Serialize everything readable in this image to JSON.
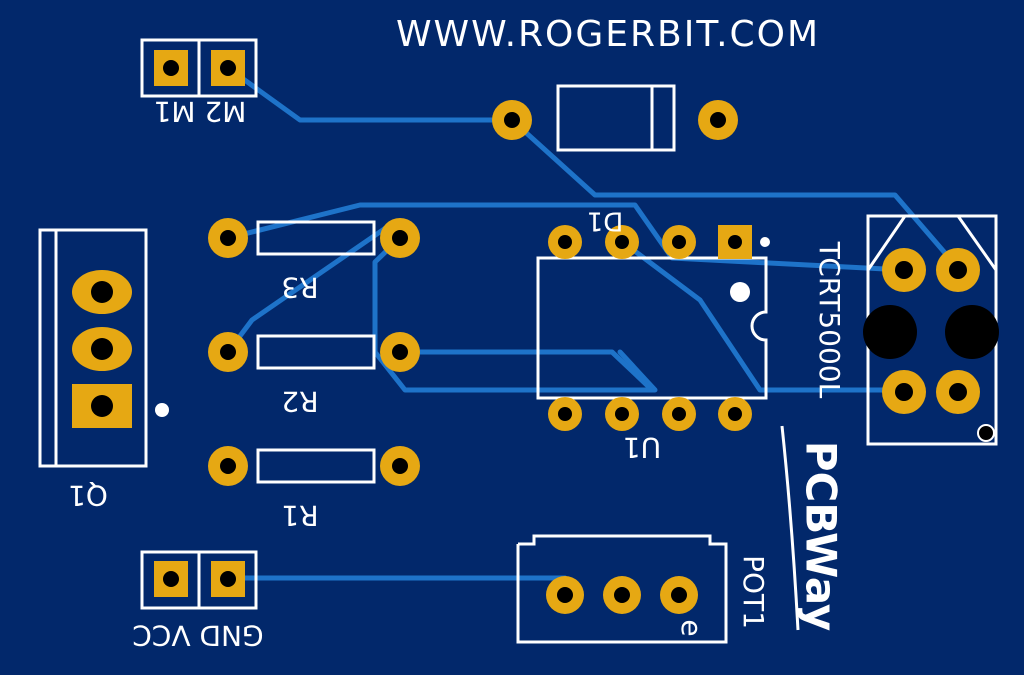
{
  "colors": {
    "board": "#02286b",
    "trace": "#1e73c9",
    "pad": "#e6a813",
    "hole": "#000000",
    "silk": "#ffffff"
  },
  "labels": {
    "website": "WWW.ROGERBIT.COM",
    "m2_m1": "M2 M1",
    "d1": "D1",
    "r3": "R3",
    "r2": "R2",
    "r1": "R1",
    "q1": "Q1",
    "u1": "U1",
    "tcrt": "TCRT5000L",
    "pcbway": "PCBWay",
    "pot1": "POT1",
    "gnd_vcc": "GND VCC",
    "pot_mark": "e"
  }
}
